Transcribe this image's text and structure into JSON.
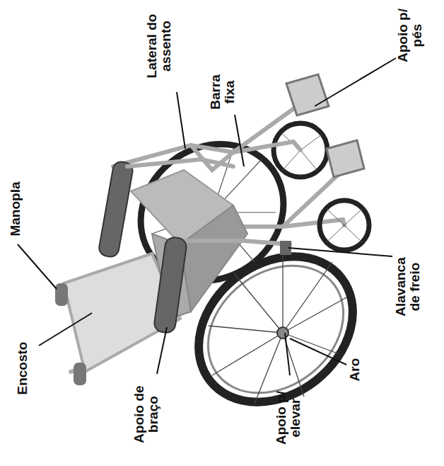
{
  "diagram": {
    "labels": [
      "Lateral do assento",
      "Barra fixa",
      "Apoio p/ pés",
      "Manopla",
      "Encosto",
      "Apoio de braço",
      "Apoio p/ elevar",
      "Aro",
      "Alavanca de freio"
    ]
  }
}
